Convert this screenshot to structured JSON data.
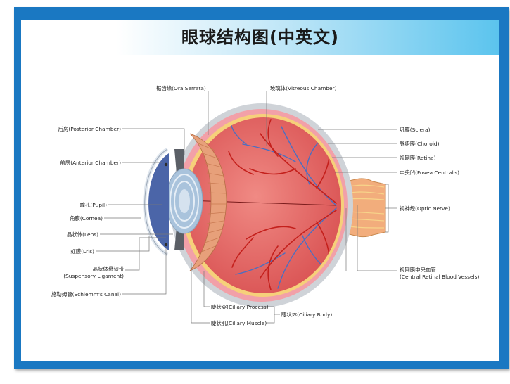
{
  "title": "眼球结构图(中英文)",
  "labels": {
    "ora_serrata": "锯齿缘(Ora Serrata)",
    "vitreous": "玻璃体(Vitreous Chamber)",
    "posterior_chamber": "后房(Posterior Chamber)",
    "anterior_chamber": "前房(Anterior Chamber)",
    "pupil": "瞳孔(Pupil)",
    "cornea": "角膜(Cornea)",
    "lens": "晶状体(Lens)",
    "iris": "虹膜(Lris)",
    "suspensory_1": "晶状体悬韧带",
    "suspensory_2": "(Suspensory Ligament)",
    "schlemm": "施勒姆管(Schlemm's Canal)",
    "ciliary_process": "睫状突(Ciliary Process)",
    "ciliary_muscle": "睫状肌(Ciliary Muscle)",
    "ciliary_body": "睫状体(Ciliary Body)",
    "sclera": "巩膜(Sclera)",
    "choroid": "脉络膜(Choroid)",
    "retina": "视网膜(Retina)",
    "fovea": "中央凹(Fovea Centralis)",
    "optic_nerve": "视神经(Optic Nerve)",
    "crv_1": "视网膜中央血管",
    "crv_2": "(Central Retinal Blood Vessels)"
  },
  "colors": {
    "frame": "#1a78c2",
    "sclera": "#cfd3d8",
    "choroid": "#f2a0a8",
    "retina": "#f6d07a",
    "vitreous": "#e66a6a",
    "artery": "#c4201c",
    "vein": "#4a6fc2",
    "lens": "#a9c3dc",
    "ciliary": "#e7a07a",
    "optic_nerve": "#f6c96a"
  }
}
